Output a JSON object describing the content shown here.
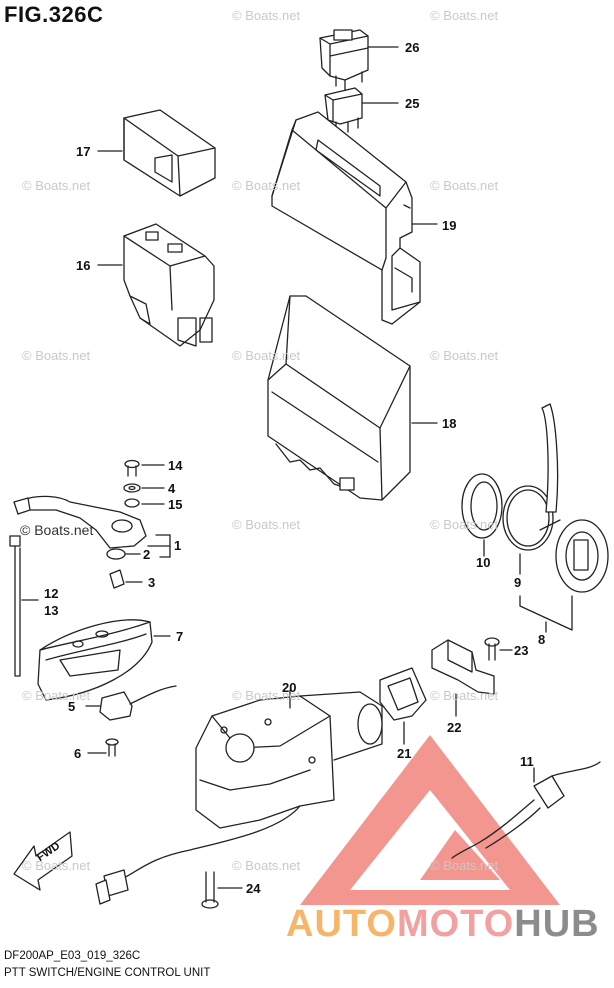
{
  "figure": {
    "title": "FIG.326C",
    "code": "DF200AP_E03_019_326C",
    "caption": "PTT SWITCH/ENGINE CONTROL UNIT"
  },
  "watermark_text": "© Boats.net",
  "brand": {
    "part1": "AUTO",
    "part2": "MOTO",
    "part3": "HUB",
    "colors": {
      "auto": "#f7b56a",
      "moto": "#f3a0a0",
      "hub": "#8c8c8c",
      "triangle": "#e0483e"
    }
  },
  "fwd_label": "FWD",
  "callouts": {
    "c26": "26",
    "c25": "25",
    "c17": "17",
    "c19": "19",
    "c16": "16",
    "c18": "18",
    "c14": "14",
    "c4": "4",
    "c15": "15",
    "c1": "1",
    "c2": "2",
    "c3": "3",
    "c12": "12",
    "c13": "13",
    "c7": "7",
    "c5": "5",
    "c6": "6",
    "c10": "10",
    "c9": "9",
    "c8": "8",
    "c23": "23",
    "c20": "20",
    "c22": "22",
    "c21": "21",
    "c11": "11",
    "c24": "24"
  }
}
